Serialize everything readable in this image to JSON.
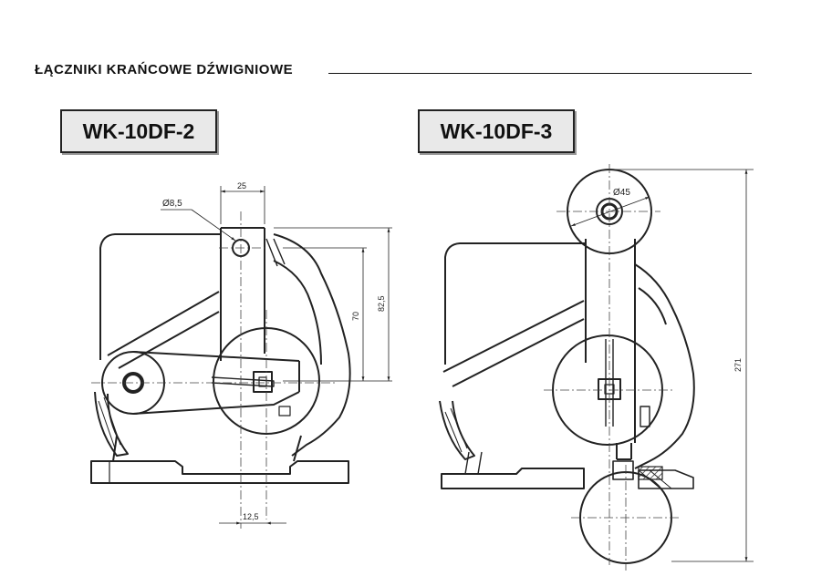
{
  "page": {
    "title": "ŁĄCZNIKI KRAŃCOWE DŹWIGNIOWE"
  },
  "models": {
    "left": {
      "label": "WK-10DF-2"
    },
    "right": {
      "label": "WK-10DF-3"
    }
  },
  "dimensions": {
    "left": {
      "arm_width": "25",
      "hole_diameter": "Ø8,5",
      "height_70": "70",
      "height_82_5": "82,5",
      "offset_12_5": "12,5"
    },
    "right": {
      "roller_diameter": "Ø45",
      "total_height": "271"
    }
  },
  "colors": {
    "ink": "#222222",
    "box_fill": "#e9e9e9"
  }
}
